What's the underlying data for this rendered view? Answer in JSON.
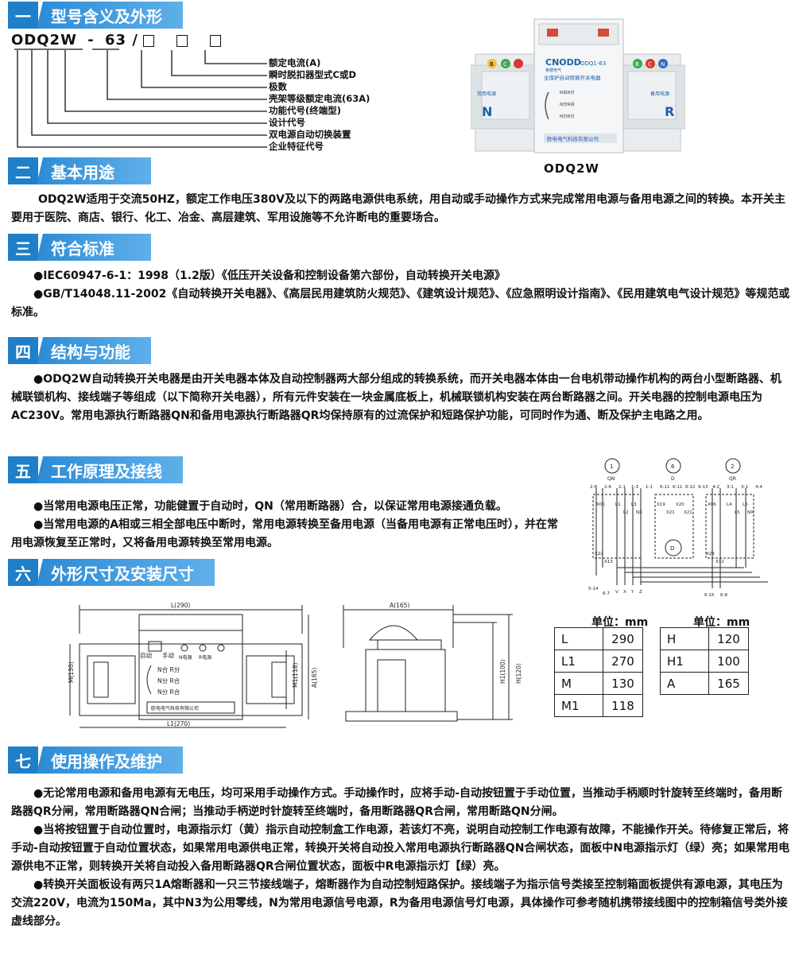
{
  "sections": {
    "s1": {
      "num": "一",
      "title": "型号含义及外形"
    },
    "s2": {
      "num": "二",
      "title": "基本用途"
    },
    "s3": {
      "num": "三",
      "title": "符合标准"
    },
    "s4": {
      "num": "四",
      "title": "结构与功能"
    },
    "s5": {
      "num": "五",
      "title": "工作原理及接线"
    },
    "s6": {
      "num": "六",
      "title": "外形尺寸及安装尺寸"
    },
    "s7": {
      "num": "七",
      "title": "使用操作及维护"
    }
  },
  "model": {
    "prefix": "ODQ2W",
    "dash": "-",
    "current": "63",
    "slash": "/",
    "legend": [
      "额定电流(A)",
      "瞬时脱扣器型式C或D",
      "极数",
      "壳架等级额定电流(63A)",
      "功能代号(终端型)",
      "设计代号",
      "双电源自动切换装置",
      "企业特征代号"
    ]
  },
  "product": {
    "caption": "ODQ2W",
    "brand": "CNODD",
    "brand_sub": "奥德电气",
    "model_label": "ODQ1-63",
    "product_name": "全保护自动转换开关电器",
    "left_label": "常用电源",
    "right_label": "备用电源",
    "letter_n": "N",
    "letter_r": "R",
    "maker": "欧电电气科技有限公司",
    "states": [
      "N合R分",
      "N分R合",
      "N分R分"
    ],
    "phase_n": [
      "B",
      "C"
    ],
    "phase_r": [
      "B",
      "C",
      "N"
    ]
  },
  "text": {
    "usage": "ODQ2W适用于交流50HZ，额定工作电压380V及以下的两路电源供电系统，用自动或手动操作方式来完成常用电源与备用电源之间的转换。本开关主要用于医院、商店、银行、化工、冶金、高层建筑、军用设施等不允许断电的重要场合。",
    "std1": "●IEC60947-6-1：1998（1.2版）《低压开关设备和控制设备第六部份，自动转换开关电源》",
    "std2": "●GB/T14048.11-2002《自动转换开关电器》、《高层民用建筑防火规范》、《建筑设计规范》、《应急照明设计指南》、《民用建筑电气设计规范》等规范或标准。",
    "struct": "●ODQ2W自动转换开关电器是由开关电器本体及自动控制器两大部分组成的转换系统，而开关电器本体由一台电机带动操作机构的两台小型断路器、机械联锁机构、接线端子等组成（以下简称开关电器），所有元件安装在一块金属底板上，机械联锁机构安装在两台断路器之间。开关电器的控制电源电压为AC230V。常用电源执行断路器QN和备用电源执行断路器QR均保持原有的过流保护和短路保护功能，可同时作为通、断及保护主电路之用。",
    "work1": "●当常用电源电压正常，功能健置于自动时，QN（常用断路器）合，以保证常用电源接通负载。",
    "work2": "●当常用电源的A相或三相全部电压中断时，常用电源转换至备用电源（当备用电源有正常电压时），并在常用电源恢复至正常时，又将备用电源转换至常用电源。",
    "op1": "●无论常用电源和备用电源有无电压，均可采用手动操作方式。手动操作时，应将手动-自动按钮置于手动位置，当推动手柄顺时针旋转至终端时，备用断路器QR分闸，常用断路器QN合闸；当推动手柄逆时针旋转至终端时，备用断路器QR合闸，常用断路QN分闸。",
    "op2": "●当将按钮置于自动位置时，电源指示灯（黄）指示自动控制盒工作电源，若该灯不亮，说明自动控制工作电源有故障，不能操作开关。待修复正常后，将手动-自动按钮置于自动位置状态，如果常用电源供电正常，转换开关将自动投入常用电源执行断路器QN合闸状态，面板中N电源指示灯（绿）亮；如果常用电源供电不正常，则转换开关将自动投入备用断路器QR合闸位置状态，面板中R电源指示灯【绿）亮。",
    "op3": "●转换开关面板设有两只1A熔断器和一只三节接线端子，熔断器作为自动控制短路保护。接线端子为指示信号类接至控制箱面板提供有源电源，其电压为交流220V，电流为150Ma，其中N3为公用零线，N为常用电源信号电源，R为备用电源信号灯电源，具体操作可参考随机携带接线图中的控制箱信号类外接虚线部分。"
  },
  "drawing": {
    "front": {
      "L": "L(290)",
      "L1": "L1(270)",
      "M": "M(130)",
      "M1": "M1(118)",
      "A": "A(165)",
      "auto": "自动",
      "manual": "手动",
      "n_power": "N电源",
      "r_power": "R电源",
      "states": [
        "N合  R分",
        "N分  R合",
        "N分  R合"
      ],
      "maker": "欧电电气科技有限公司"
    },
    "side": {
      "A": "A(165)",
      "H": "H(120)",
      "H1": "H1(100)"
    }
  },
  "wiring": {
    "circles": [
      "1",
      "6",
      "2"
    ],
    "circle_labels": [
      "QN",
      "D",
      "QR"
    ],
    "top_terminals": [
      "2-8",
      "2-6",
      "2-1",
      "1-3",
      "1-1",
      "6-11",
      "6-11",
      "6-12",
      "9-13",
      "4-2",
      "3-1",
      "3-1",
      "4-4"
    ],
    "left_labels": [
      "X06",
      "L1",
      "L2",
      "L3",
      "NX"
    ],
    "mid_labels": [
      "X19",
      "X21",
      "X20",
      "X21"
    ],
    "right_labels": [
      "X06",
      "L4",
      "L5",
      "L6",
      "NX"
    ],
    "lower_labels": [
      "X22",
      "X13",
      "X23",
      "X12"
    ],
    "bottom": [
      "5-14",
      "6-7",
      "V",
      "X",
      "Y",
      "Z",
      "6-15",
      "6-8"
    ]
  },
  "units": {
    "left": "单位：mm",
    "right": "单位：mm"
  },
  "dim_table_left": [
    [
      "L",
      "290"
    ],
    [
      "L1",
      "270"
    ],
    [
      "M",
      "130"
    ],
    [
      "M1",
      "118"
    ]
  ],
  "dim_table_right": [
    [
      "H",
      "120"
    ],
    [
      "H1",
      "100"
    ],
    [
      "A",
      "165"
    ]
  ]
}
